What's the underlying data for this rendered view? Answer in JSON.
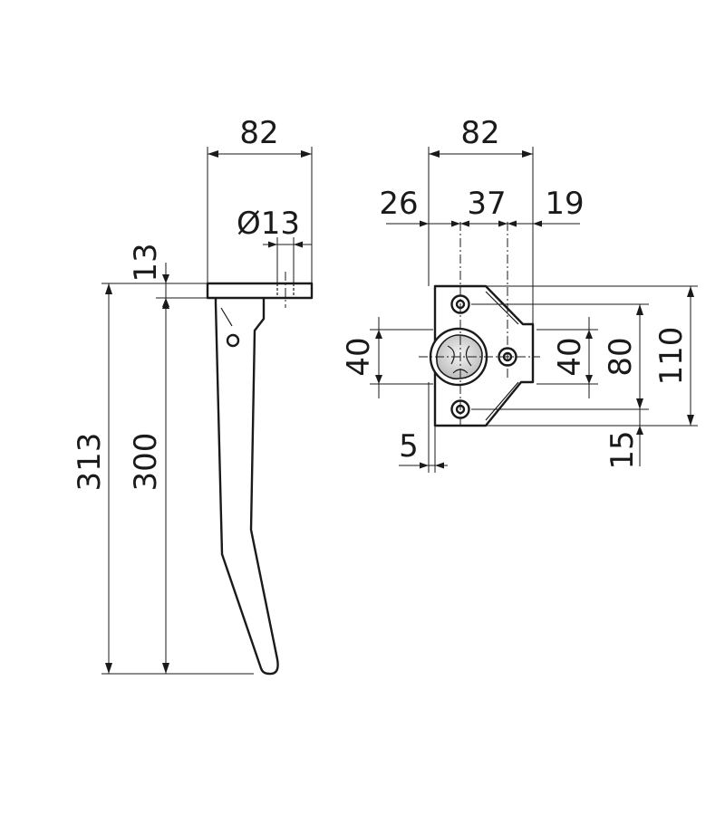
{
  "side_view": {
    "width": "82",
    "hole_diameter": "Ø13",
    "plate_thickness": "13",
    "total_height": "313",
    "blade_height": "300"
  },
  "front_view": {
    "width": "82",
    "offset_left": "26",
    "hole_spacing": "37",
    "offset_right": "19",
    "left_hole_spacing": "40",
    "right_hole_spacing": "40",
    "outer_hole_spacing": "80",
    "total_height": "110",
    "edge_offset": "5",
    "bottom_offset": "15"
  },
  "icons": {
    "hub": "tri-lobe-hub-icon",
    "holes": "mounting-hole-icon"
  },
  "colors": {
    "line": "#1a1a1a",
    "fill": "#ffffff",
    "hub_shade": "#d6d6d6"
  }
}
